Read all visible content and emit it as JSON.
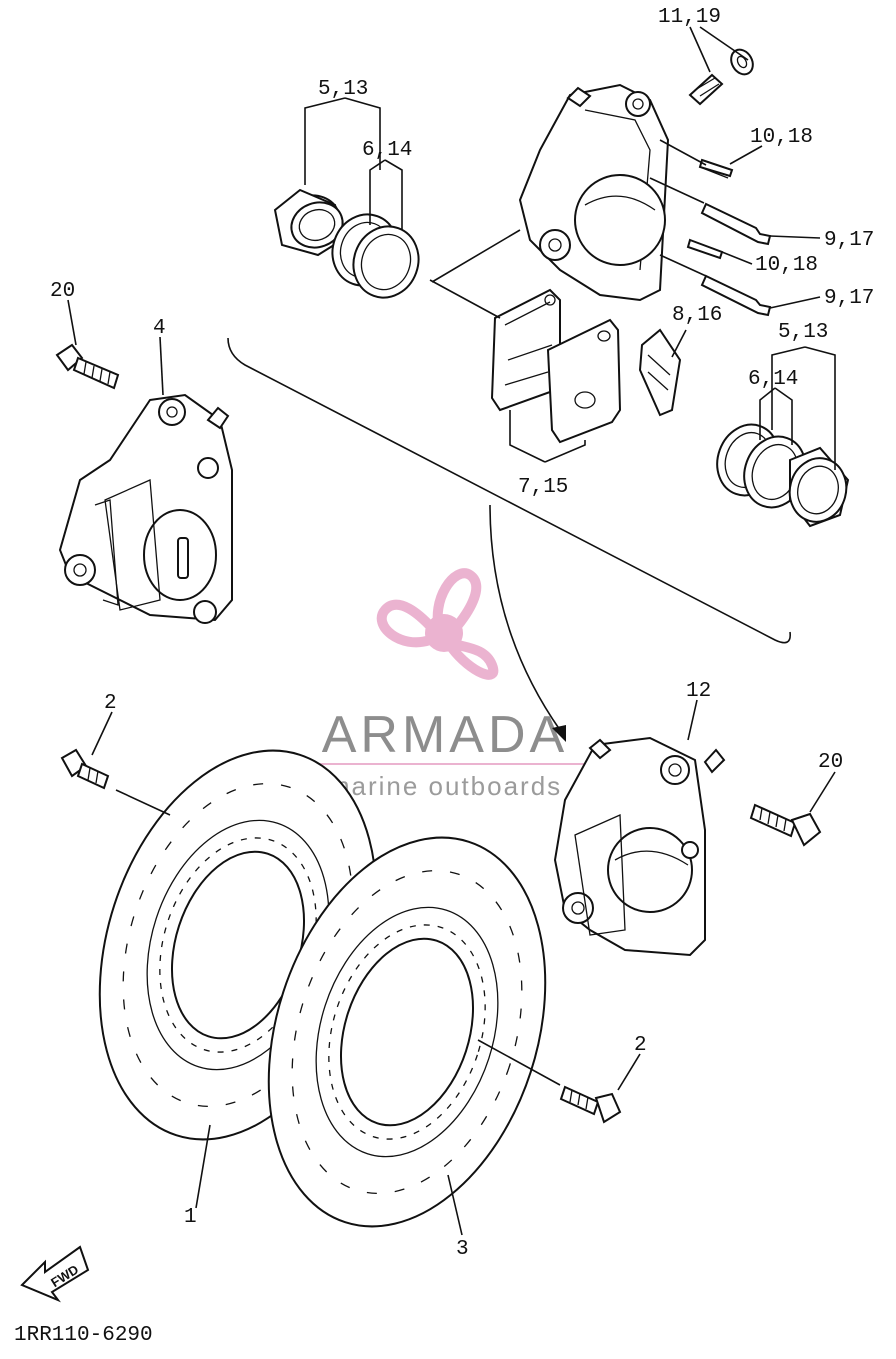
{
  "callouts": {
    "c11_19": "11,19",
    "c5_13_top": "5,13",
    "c6_14_top": "6,14",
    "c10_18_a": "10,18",
    "c9_17_a": "9,17",
    "c10_18_b": "10,18",
    "c9_17_b": "9,17",
    "c20_left": "20",
    "c4": "4",
    "c8_16": "8,16",
    "c5_13_right": "5,13",
    "c6_14_right": "6,14",
    "c7_15": "7,15",
    "c12": "12",
    "c2_left": "2",
    "c20_right": "20",
    "c2_right": "2",
    "c1": "1",
    "c3": "3"
  },
  "fwd_label": "FWD",
  "diagram_code": "1RR110-6290",
  "watermark": {
    "brand": "ARMADA",
    "tagline": "marine outboards",
    "color_brand": "#7a7a7a",
    "color_logo": "#e8a6c8",
    "color_logo_dark": "#d47aae"
  }
}
